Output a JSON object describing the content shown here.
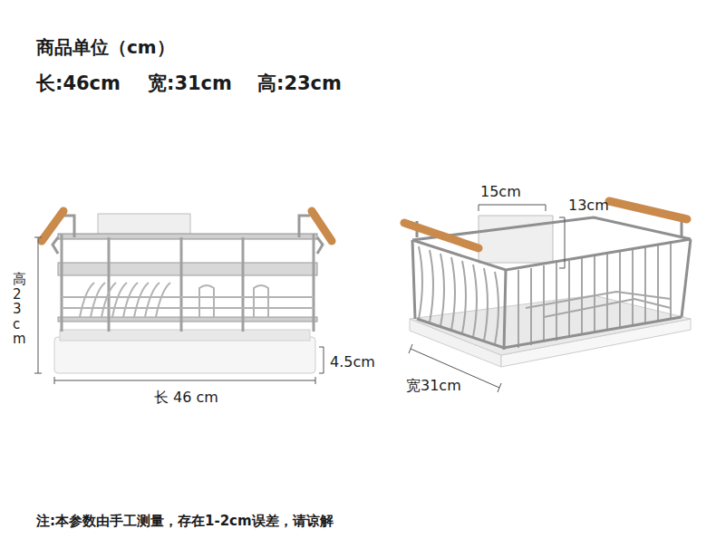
{
  "diagram": {
    "title": "商品单位（cm）",
    "labels": [
      "长:46cm",
      "宽:31cm",
      "高:23cm",
      "高23cm",
      "4.5cm",
      "长 46 cm",
      "15cm",
      "13cm",
      "宽31cm"
    ],
    "caption": "注:本参数由手工测量，存在1-2cm误差，请谅解"
  }
}
